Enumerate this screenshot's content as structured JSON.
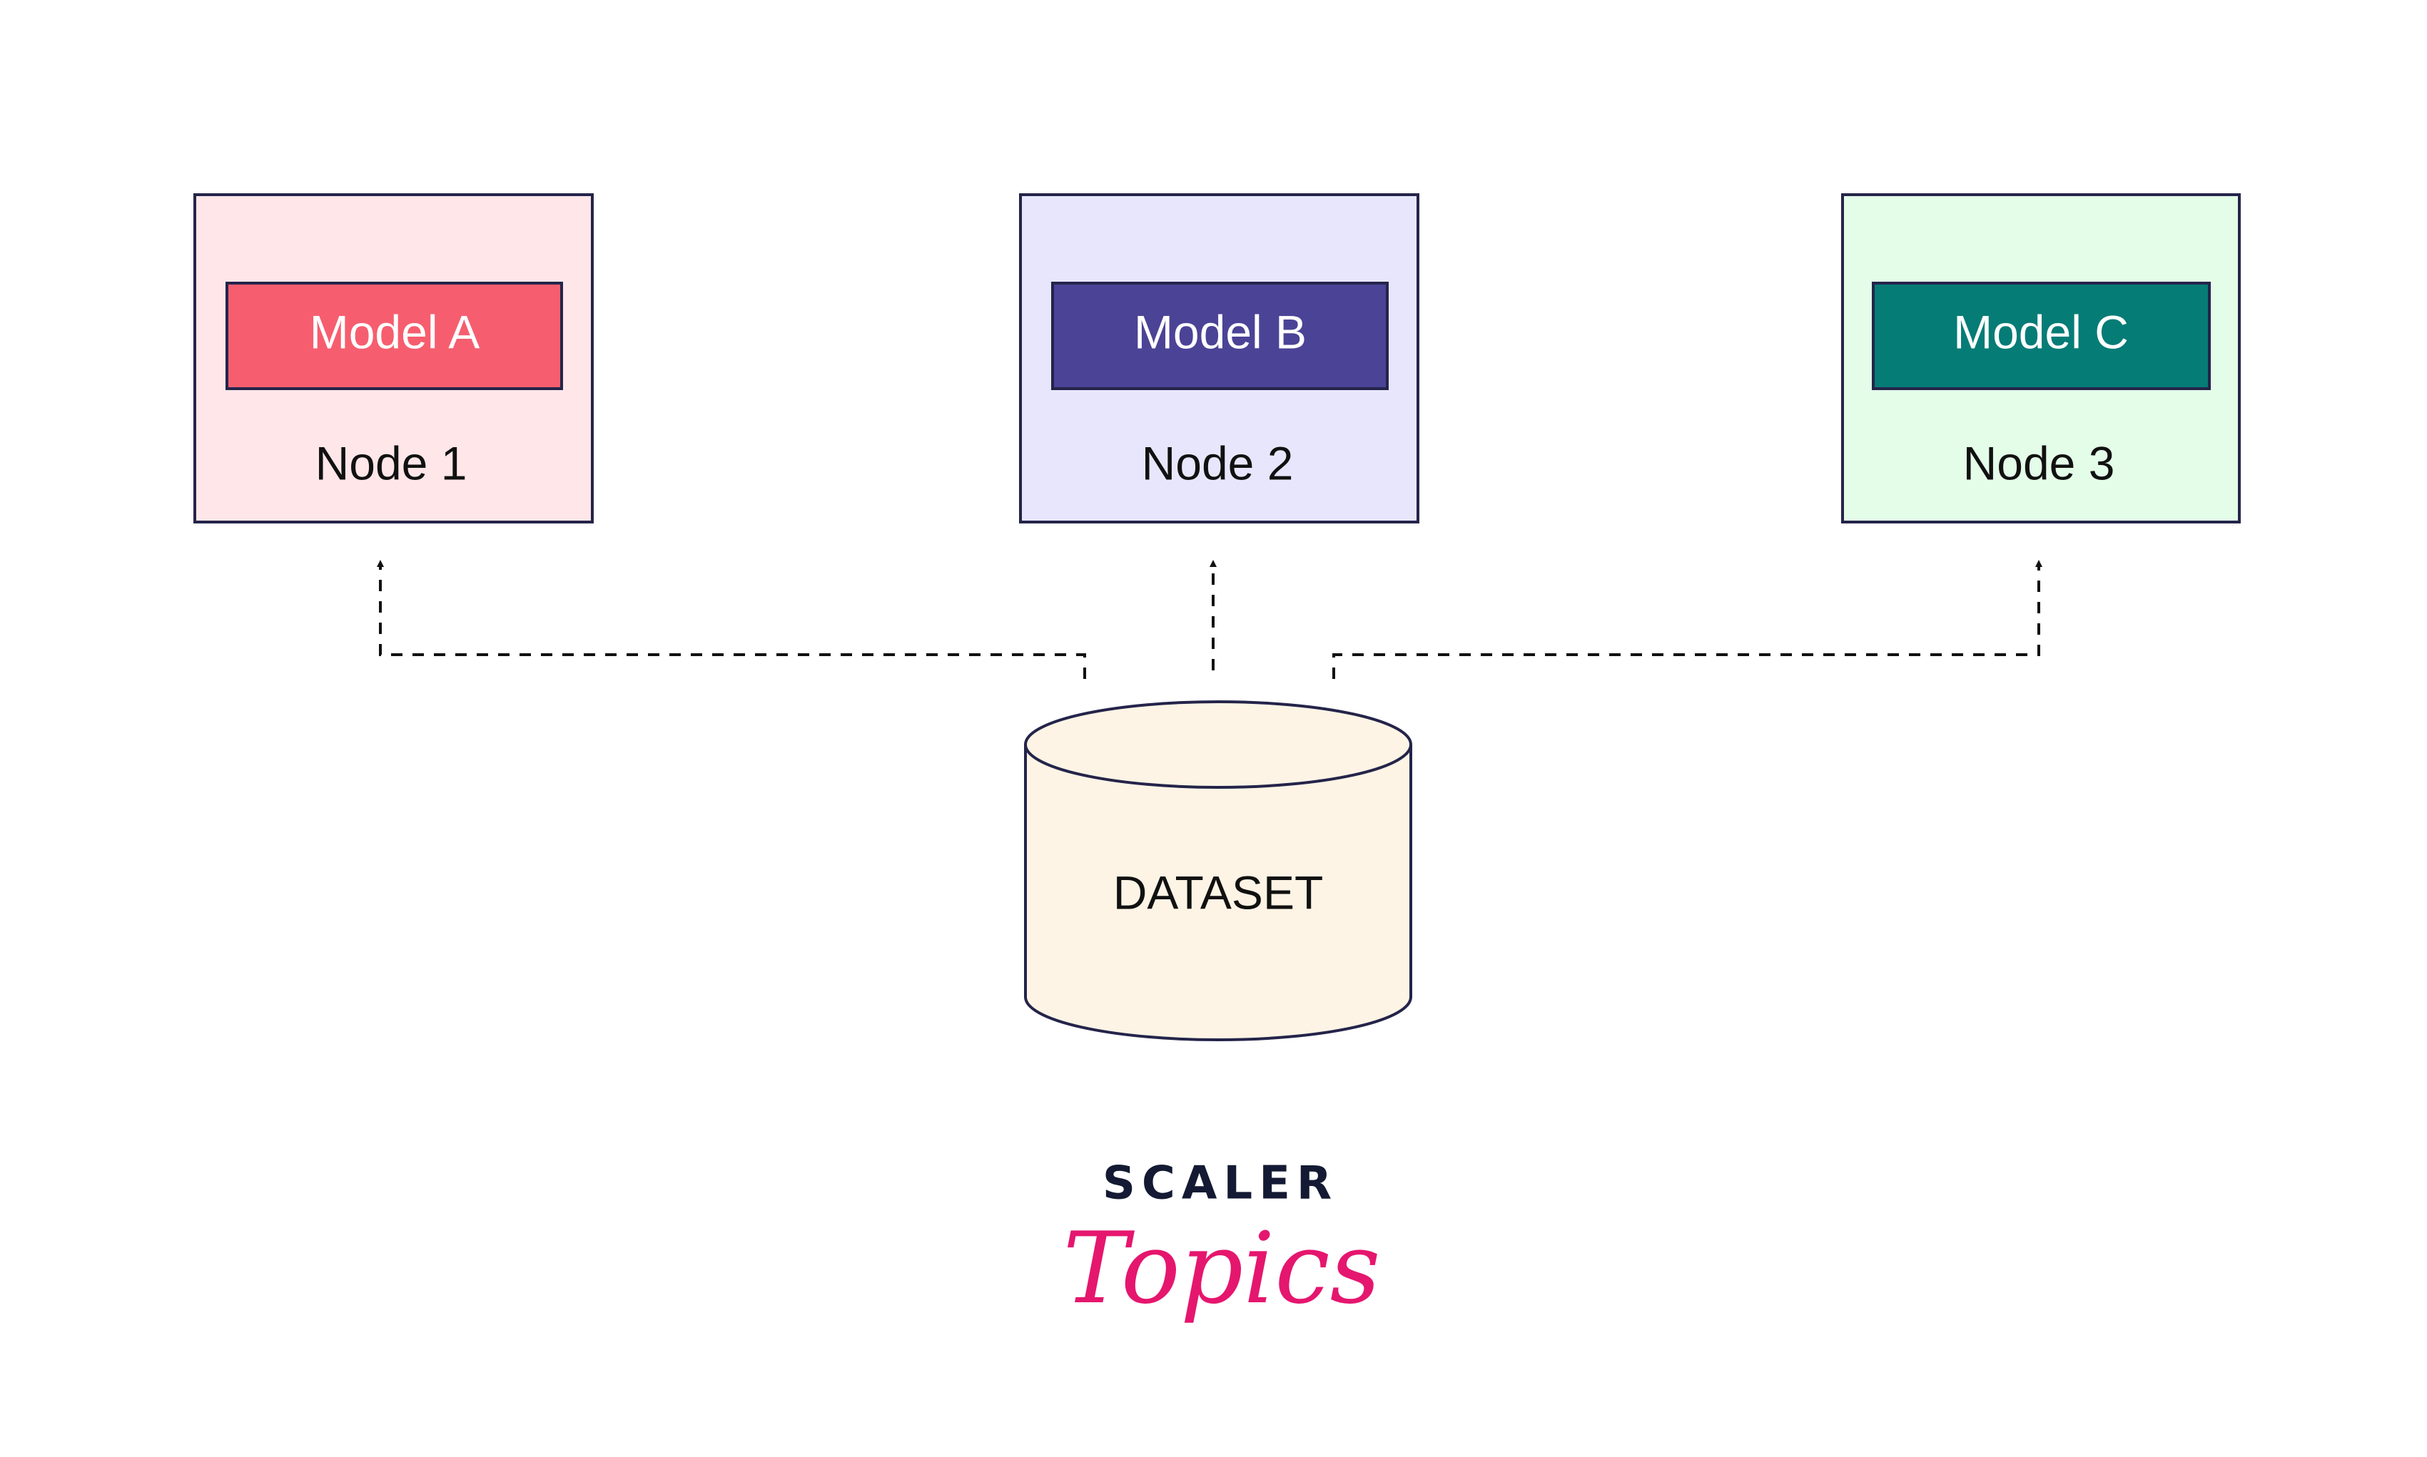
{
  "nodes": [
    {
      "label": "Node 1",
      "model": "Model A",
      "box_fill": "#ffe6e9",
      "model_fill": "#f65e6f"
    },
    {
      "label": "Node 2",
      "model": "Model B",
      "box_fill": "#e8e6fd",
      "model_fill": "#4b4396"
    },
    {
      "label": "Node 3",
      "model": "Model C",
      "box_fill": "#e3fde9",
      "model_fill": "#067c76"
    }
  ],
  "dataset": {
    "label": "DATASET",
    "fill": "#fef4e5"
  },
  "brand": {
    "top": "SCALER",
    "bottom": "Topics",
    "top_color": "#141a33",
    "bottom_color": "#e5166e"
  },
  "colors": {
    "stroke": "#24244a",
    "connector": "#111111",
    "model_text": "#ffffff",
    "text": "#111111"
  }
}
